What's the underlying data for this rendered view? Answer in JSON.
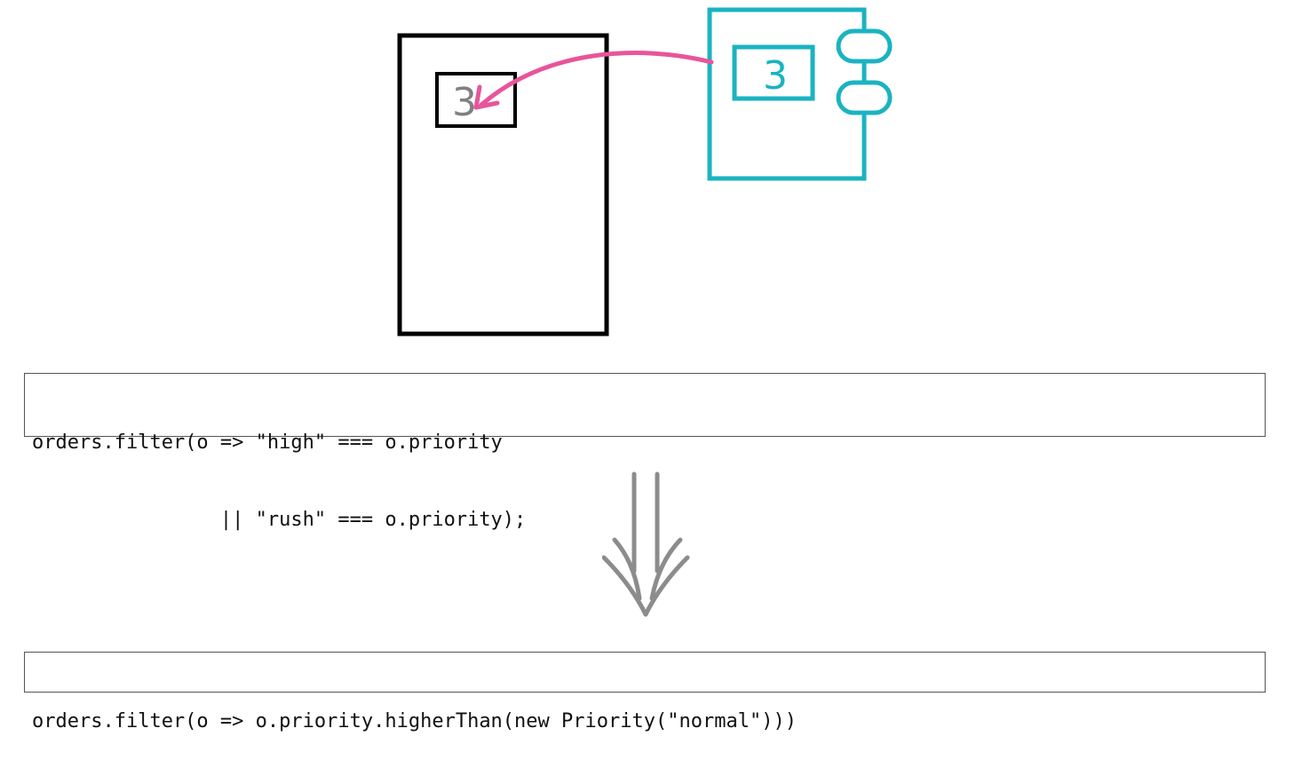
{
  "colors": {
    "object_outline": "#000000",
    "value_object_outline": "#1bb3c1",
    "move_arrow": "#e8559a",
    "old_value_text": "#808080",
    "transform_arrow": "#8c8c8c"
  },
  "diagram": {
    "primitive_field_value": "3",
    "value_object_value": "3"
  },
  "code_before": {
    "lines": [
      "orders.filter(o => \"high\" === o.priority",
      "                || \"rush\" === o.priority);"
    ]
  },
  "code_after": {
    "lines": [
      "orders.filter(o => o.priority.higherThan(new Priority(\"normal\")))"
    ]
  },
  "icons": {
    "move_arrow": "curved-arrow-left-icon",
    "transform_arrow": "double-down-arrow-icon"
  }
}
